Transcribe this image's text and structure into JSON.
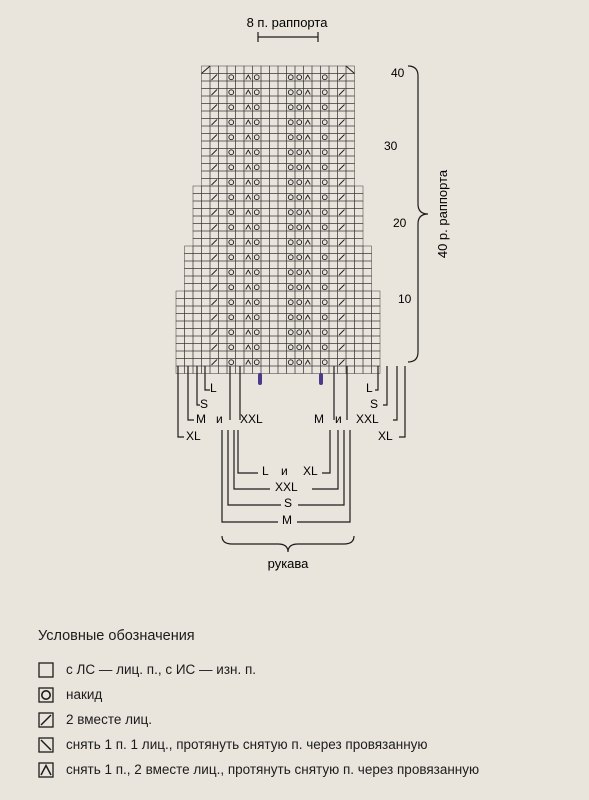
{
  "chart": {
    "repeat_width_label": "8 п. раппорта",
    "repeat_height_label": "40 р. раппорта",
    "row_numbers": [
      "40",
      "30",
      "20",
      "10"
    ],
    "size_labels": {
      "L": "L",
      "S": "S",
      "M": "M",
      "XL": "XL",
      "I": "и",
      "XXL": "XXL"
    },
    "sleeve_label": "рукава"
  },
  "legend": {
    "title": "Условные обозначения",
    "items": [
      {
        "icon": "empty-square-icon",
        "text": "с ЛС — лиц. п., с ИС — изн. п."
      },
      {
        "icon": "yarn-over-icon",
        "text": "накид"
      },
      {
        "icon": "k2tog-icon",
        "text": "2 вместе лиц."
      },
      {
        "icon": "ssk-icon",
        "text": "снять 1 п. 1 лиц., протянуть снятую п. через провязанную"
      },
      {
        "icon": "sk2p-icon",
        "text": "снять 1 п., 2 вместе лиц., протянуть снятую п. через провязанную"
      }
    ]
  }
}
